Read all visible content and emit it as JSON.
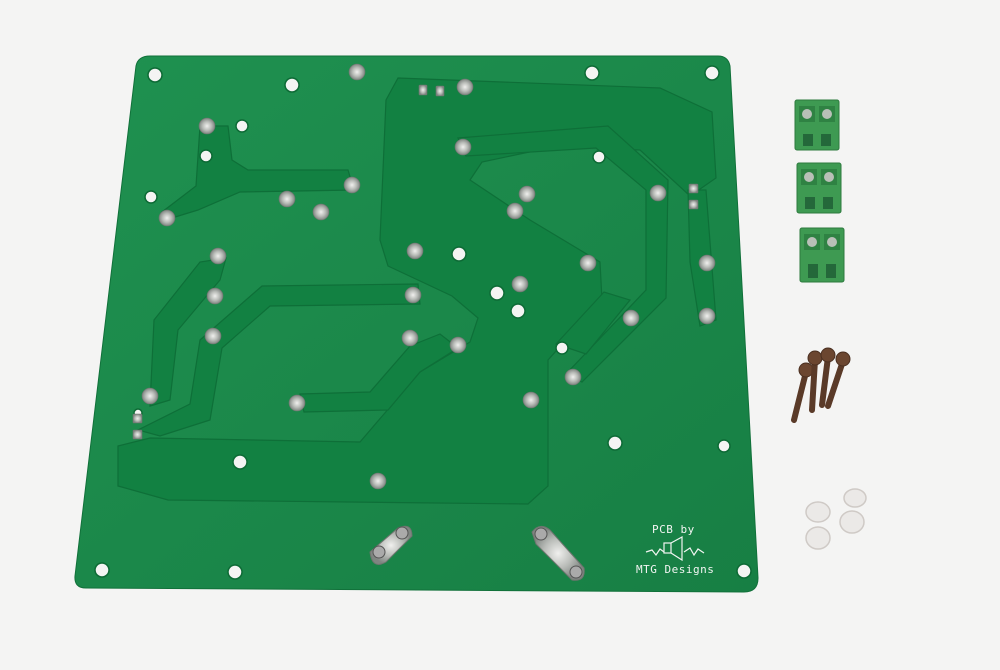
{
  "photo": {
    "subject": "pcb-kit",
    "silkscreen": {
      "line1": "PCB by",
      "line2": "MTG Designs",
      "logo_icon": "speaker-with-waveform-icon"
    },
    "parts": {
      "terminal_blocks": 3,
      "screws": 4,
      "spacers": 4
    },
    "colors": {
      "background": "#f4f4f3",
      "board": "#1a8a4a",
      "copper": "#0f7a3e",
      "terminal": "#3e9a52",
      "screw": "#5a3a28",
      "spacer": "#e8e6e4"
    }
  }
}
